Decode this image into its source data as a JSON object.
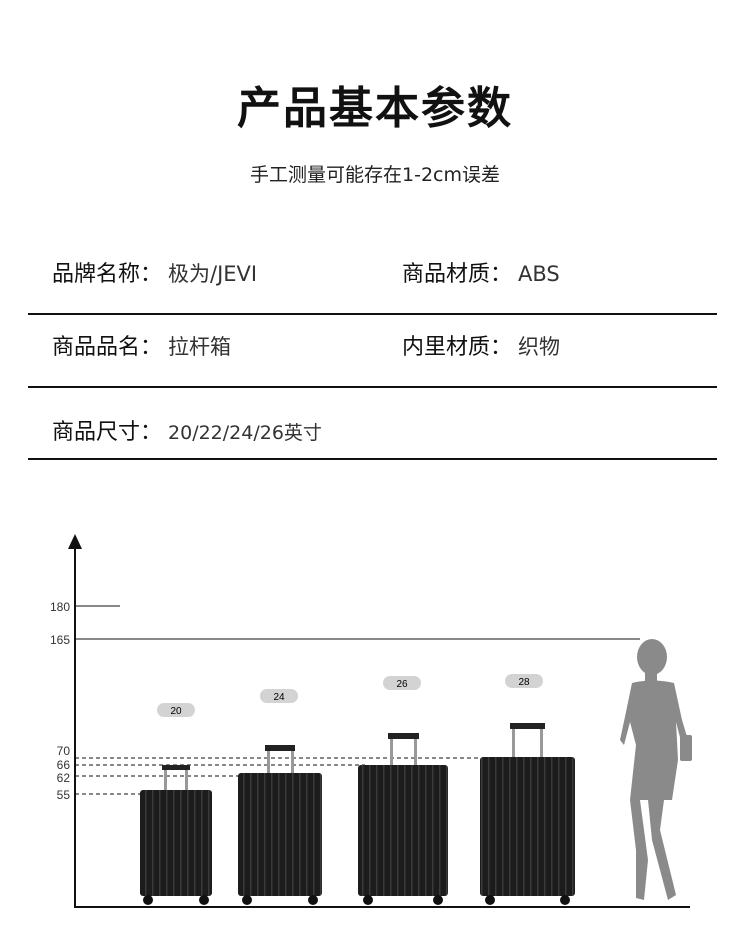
{
  "title": "产品基本参数",
  "subtitle": "手工测量可能存在1-2cm误差",
  "specs": [
    {
      "label": "品牌名称：",
      "value": "极为/JEVI"
    },
    {
      "label": "商品材质：",
      "value": "ABS"
    },
    {
      "label": "商品品名：",
      "value": "拉杆箱"
    },
    {
      "label": "内里材质：",
      "value": "织物"
    },
    {
      "label": "商品尺寸：",
      "value": "20/22/24/26英寸"
    }
  ],
  "chart": {
    "height_ticks": [
      "180",
      "165",
      "70",
      "66",
      "62",
      "55"
    ],
    "suitcase_sizes": [
      "20",
      "24",
      "26",
      "28"
    ]
  },
  "colors": {
    "suitcase": "#1c1c1c",
    "silhouette": "#8a8a8a",
    "pill": "#d3d3d3"
  }
}
